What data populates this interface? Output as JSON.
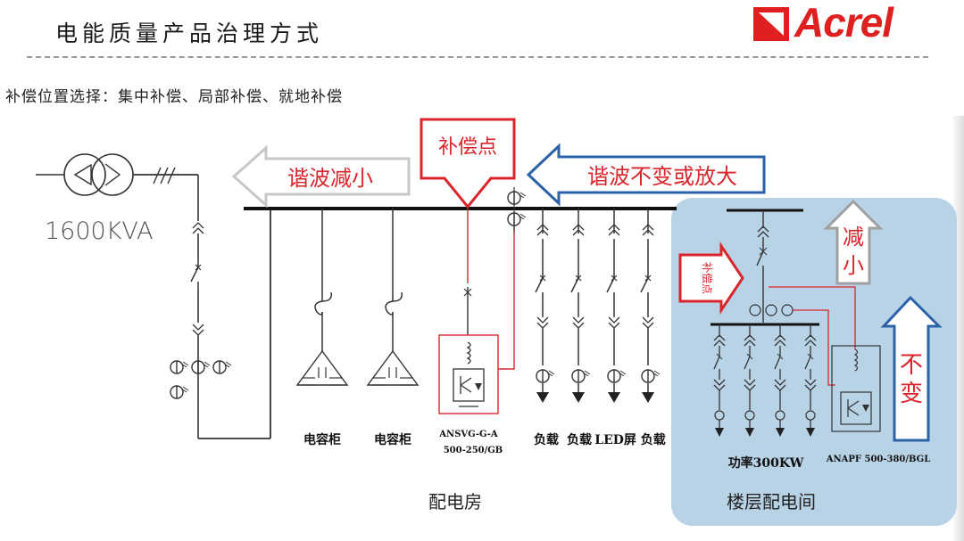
{
  "header": {
    "title": "电能质量产品治理方式",
    "logo_text": "Acrel",
    "subtitle": "补偿位置选择：集中补偿、局部补偿、就地补偿"
  },
  "diagram": {
    "transformer_label": "1600KVA",
    "compensation_point": "补偿点",
    "harmonic_reduced": "谐波减小",
    "harmonic_unchanged": "谐波不变或放大",
    "capacitor_label": "电容柜",
    "ansvg_model_line1": "ANSVG-G-A",
    "ansvg_model_line2": "500-250/GB",
    "load_label": "负载",
    "led_load_label": "LED屏 负载",
    "distribution_room": "配电房",
    "floor_power": "功率300KW",
    "anapf_model": "ANAPF 500-380/BGL",
    "floor_room": "楼层配电间",
    "reduce_text": [
      "减",
      "小"
    ],
    "unchanged_text": [
      "不",
      "变"
    ],
    "local_comp_point": "补偿点"
  },
  "colors": {
    "accent_red": "#d9262c",
    "blue_arrow": "#2b62a8",
    "panel_blue": "#b8d2e6"
  }
}
